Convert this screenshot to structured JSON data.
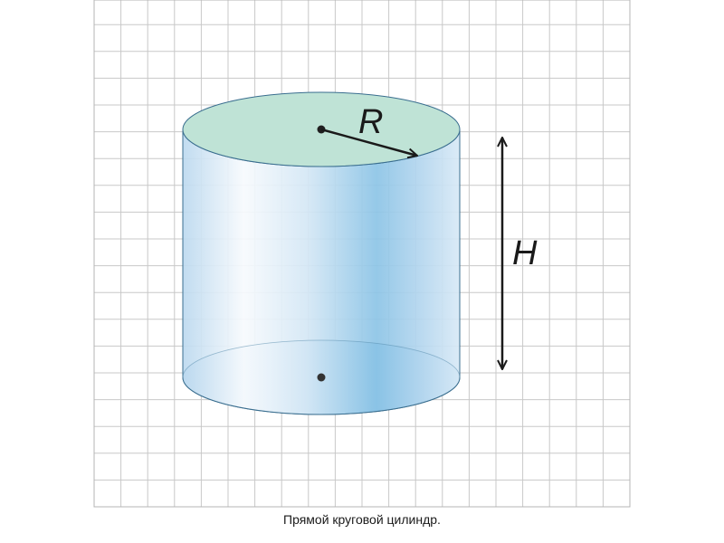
{
  "diagram": {
    "radius_label": "R",
    "height_label": "H",
    "caption": "Прямой круговой цилиндр.",
    "colors": {
      "grid_line": "#c8c8c8",
      "grid_border": "#b4b4b4",
      "top_face": "#bfe3d6",
      "side_light": "#f5f9fd",
      "side_mid": "#c3ddf0",
      "side_dark": "#6fb6df",
      "outline": "#3a6e8f",
      "arrow": "#1a1a1a",
      "point": "#333333"
    }
  }
}
